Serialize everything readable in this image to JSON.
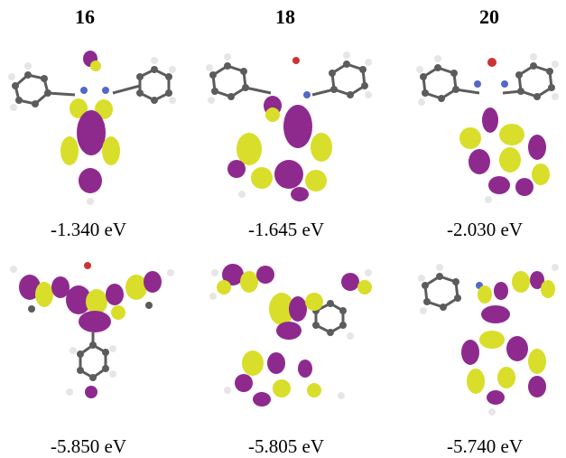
{
  "columns": [
    {
      "label": "16",
      "lumo_energy": "-1.340 eV",
      "homo_energy": "-5.850 eV"
    },
    {
      "label": "18",
      "lumo_energy": "-1.645 eV",
      "homo_energy": "-5.805 eV"
    },
    {
      "label": "20",
      "lumo_energy": "-2.030 eV",
      "homo_energy": "-5.740 eV"
    }
  ],
  "colors": {
    "lobe_positive": "#d8de2a",
    "lobe_negative": "#8e2a8e",
    "carbon": "#5c5c5c",
    "hydrogen": "#e6e6e6",
    "nitrogen": "#5468c8",
    "oxygen": "#cc3333"
  }
}
